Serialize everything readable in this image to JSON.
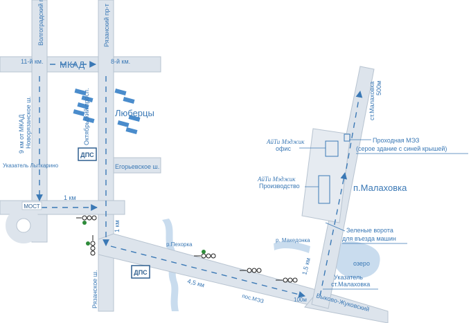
{
  "colors": {
    "road": "#dde4ec",
    "road_edge": "#b7c3d0",
    "water": "#c9dcee",
    "label": "#3a78b5",
    "building": "#4a8ccc",
    "arrow": "#3a78b5",
    "traffic_green": "#2e8b3a"
  },
  "roads": {
    "mkad": "МКАД",
    "volgogradsky": "Волгоградский пр-т",
    "ryazansky_top": "Рязанский пр-т",
    "km11": "11-й км.",
    "km8": "8-й км.",
    "novoryazanskoe": "Новорязанское ш.",
    "km9": "9 км от МКАД",
    "oktyabrsky": "Октябрьский просп.",
    "egoryevskoe": "Егорьевское ш.",
    "ryazanskoe": "Рязанское ш.",
    "malakhovka_st": "ст.Малаховка",
    "m500": "500м",
    "bykovo": "Быково-Жуковский"
  },
  "places": {
    "lyubertsy": "Люберцы",
    "malakhovka": "п.Малаховка",
    "pekhorka": "р.Пехорка",
    "makedonka": "р. Македонка",
    "ozero": "озеро",
    "dps1": "ДПС",
    "dps2": "ДПС",
    "most": "МОСТ",
    "ukazatel_lytkarino": "Указатель Лыткарино",
    "pos_mez": "пос.МЭЗ"
  },
  "distances": {
    "d1km_h": "1 км",
    "d1km_v": "1 км",
    "d45km": "4,5 км",
    "d15km": "1,5 км",
    "d100m": "100м"
  },
  "annotations": {
    "office_brand": "АйТи Мэджик",
    "office_sub": "офис",
    "prod_brand": "АйТи Мэджик",
    "prod_sub": "Производство",
    "gate_line1": "Проходная МЭЗ",
    "gate_line2": "(серое здание с синей крышей)",
    "green_gate_line1": "Зеленые ворота",
    "green_gate_line2": "для въезда машин",
    "ukazatel_mal_line1": "Указатель",
    "ukazatel_mal_line2": "ст.Малаховка"
  }
}
